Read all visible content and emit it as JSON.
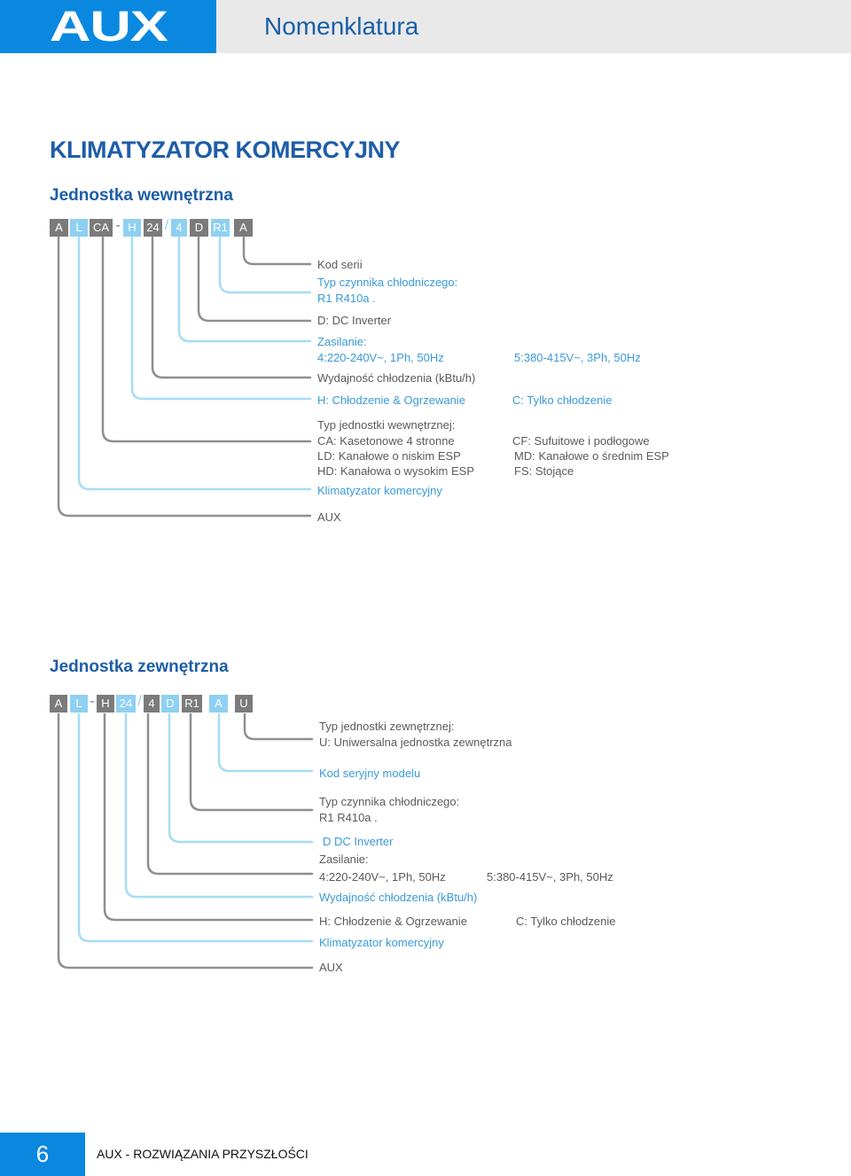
{
  "header": {
    "logo": "AUX",
    "title": "Nomenklatura"
  },
  "main_title": "KLIMATYZATOR KOMERCYJNY",
  "indoor": {
    "title": "Jednostka wewnętrzna",
    "code": [
      "A",
      "L",
      "CA",
      "-",
      "H",
      "24",
      "/",
      "4",
      "D",
      "R1",
      "A"
    ],
    "labels": {
      "series": "Kod serii",
      "refrigerant_title": "Typ czynnika chłodniczego:",
      "refrigerant_value": "R1 R410a .",
      "inverter": "D: DC Inverter",
      "power_title": "Zasilanie:",
      "power_4": "4:220-240V~, 1Ph, 50Hz",
      "power_5": "5:380-415V~, 3Ph, 50Hz",
      "capacity": "Wydajność chłodzenia (kBtu/h)",
      "mode_h": "H: Chłodzenie & Ogrzewanie",
      "mode_c": "C: Tylko chłodzenie",
      "type_title": "Typ jednostki wewnętrznej:",
      "type_ca": "CA: Kasetonowe 4 stronne",
      "type_ld": "LD: Kanałowe o niskim ESP",
      "type_hd": "HD: Kanałowa o wysokim ESP",
      "type_cf": "CF: Sufuitowe i podłogowe",
      "type_md": "MD: Kanałowe o średnim ESP",
      "type_fs": "FS: Stojące",
      "commercial": "Klimatyzator komercyjny",
      "brand": "AUX"
    }
  },
  "outdoor": {
    "title": "Jednostka zewnętrzna",
    "code": [
      "A",
      "L",
      "-",
      "H",
      "24",
      "/",
      "4",
      "D",
      "R1",
      "A",
      "U"
    ],
    "labels": {
      "type_title": "Typ jednostki zewnętrznej:",
      "type_u": "U: Uniwersalna jednostka zewnętrzna",
      "series": "Kod seryjny modelu",
      "refrigerant_title": "Typ czynnika chłodniczego:",
      "refrigerant_value": "R1 R410a .",
      "inverter": "D DC Inverter",
      "power_title": "Zasilanie:",
      "power_4": "4:220-240V~, 1Ph, 50Hz",
      "power_5": "5:380-415V~, 3Ph, 50Hz",
      "capacity": "Wydajność chłodzenia (kBtu/h)",
      "mode_h": "H: Chłodzenie & Ogrzewanie",
      "mode_c": "C: Tylko chłodzenie",
      "commercial": "Klimatyzator komercyjny",
      "brand": "AUX"
    }
  },
  "footer": {
    "page_number": "6",
    "text": "AUX - ROZWIĄZANIA PRZYSZŁOŚCI"
  },
  "colors": {
    "brand_blue": "#0a88e0",
    "title_blue": "#1e5da8",
    "light_blue": "#8fd0f2",
    "grey": "#7b7b7b",
    "text_blue": "#3a9ad9"
  }
}
